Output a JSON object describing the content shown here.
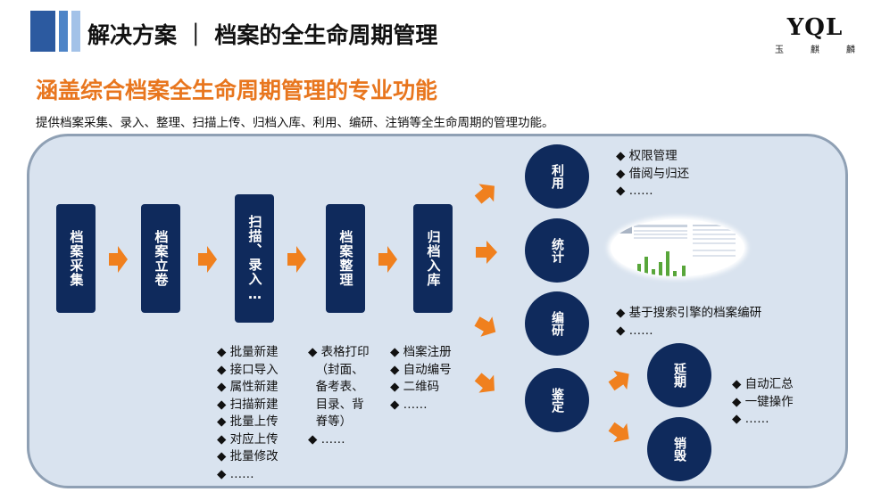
{
  "header": {
    "title": "解决方案 ｜ 档案的全生命周期管理",
    "logo_text": "YQL",
    "logo_sub": [
      "玉",
      "麒",
      "麟"
    ]
  },
  "subtitle": "涵盖综合档案全生命周期管理的专业功能",
  "description": "提供档案采集、录入、整理、扫描上传、归档入库、利用、编研、注销等全生命周期的管理功能。",
  "process_steps": [
    {
      "label": "档案采集"
    },
    {
      "label": "档案立卷"
    },
    {
      "label": "扫描、录入…"
    },
    {
      "label": "档案整理"
    },
    {
      "label": "归档入库"
    }
  ],
  "step_lists": {
    "scan_entry": [
      "◆ 批量新建",
      "◆ 接口导入",
      "◆ 属性新建",
      "◆ 扫描新建",
      "◆ 批量上传",
      "◆ 对应上传",
      "◆ 批量修改",
      "◆ ……"
    ],
    "organize": [
      "◆ 表格打印",
      "  （封面、",
      "  备考表、",
      "  目录、背",
      "  脊等）",
      "◆ ……"
    ],
    "archive": [
      "◆ 档案注册",
      "◆ 自动编号",
      "◆ 二维码",
      "◆ ……"
    ]
  },
  "outcomes": [
    {
      "label": "利用"
    },
    {
      "label": "统计"
    },
    {
      "label": "编研"
    },
    {
      "label": "鉴定"
    }
  ],
  "outcome_lists": {
    "use": [
      "◆ 权限管理",
      "◆ 借阅与归还",
      "◆ ……"
    ],
    "compile": [
      "◆ 基于搜索引擎的档案编研",
      "◆ ……"
    ],
    "sub": [
      "◆ 自动汇总",
      "◆ 一键操作",
      "◆ ……"
    ]
  },
  "sub_outcomes": [
    {
      "label": "延期"
    },
    {
      "label": "销毁"
    }
  ],
  "colors": {
    "accent": "#e8761e",
    "node": "#0f2a5c",
    "panel": "#d9e3ef",
    "panel_border": "#8fa0b4",
    "arrow": "#f0801e"
  }
}
